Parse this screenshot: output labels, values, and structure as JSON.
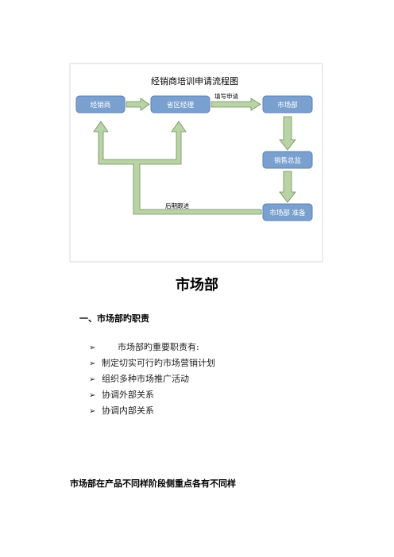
{
  "diagram": {
    "title": "经销商培训申请流程图",
    "nodes": {
      "dealer": "经销商",
      "province_manager": "省区经理",
      "marketing_dept": "市场部",
      "sales_director": "销售总监",
      "marketing_prepare": "市场部 准备"
    },
    "edge_labels": {
      "fill_application": "填写申请",
      "followup": "后期跟进"
    },
    "colors": {
      "box": "#7aa0cf",
      "box_border": "#5b82b5",
      "arrow": "#b9d3a5",
      "arrow_border": "#6f8f5f"
    }
  },
  "document": {
    "heading": "市场部",
    "section_title": "一、市场部旳职责",
    "bullet_marker": "➢",
    "bullets": [
      "市场部旳重要职责有:",
      "制定切实可行旳市场营销计划",
      "组织多种市场推广活动",
      "协调外部关系",
      "协调内部关系"
    ],
    "closing": "市场部在产品不同样阶段侧重点各有不同样"
  }
}
